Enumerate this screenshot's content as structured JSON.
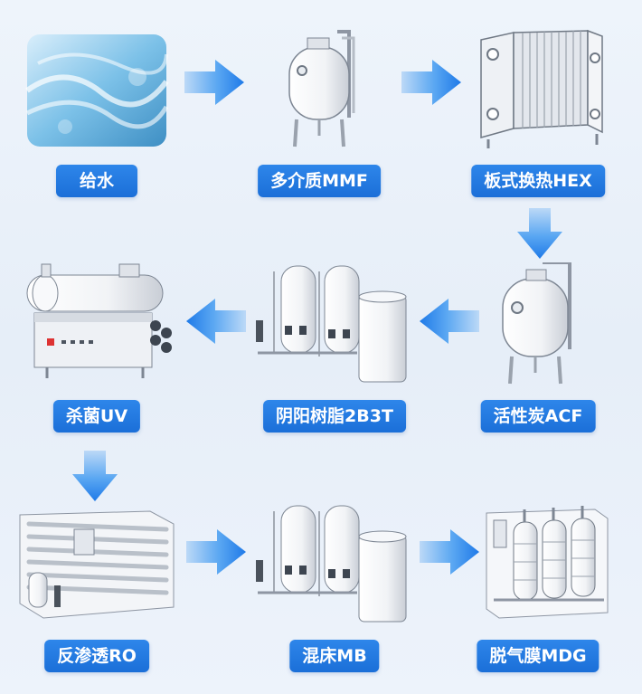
{
  "steps": [
    {
      "label": "给水",
      "icon": "water-icon"
    },
    {
      "label": "多介质MMF",
      "icon": "filter-tank-icon"
    },
    {
      "label": "板式换热HEX",
      "icon": "plate-heat-exchanger-icon"
    },
    {
      "label": "活性炭ACF",
      "icon": "carbon-filter-tank-icon"
    },
    {
      "label": "阴阳树脂2B3T",
      "icon": "resin-tanks-icon"
    },
    {
      "label": "杀菌UV",
      "icon": "uv-sterilizer-icon"
    },
    {
      "label": "反渗透RO",
      "icon": "reverse-osmosis-icon"
    },
    {
      "label": "混床MB",
      "icon": "mixed-bed-tanks-icon"
    },
    {
      "label": "脱气膜MDG",
      "icon": "degassing-membrane-icon"
    }
  ],
  "colors": {
    "accent": "#1b6fd8",
    "arrow": "#2a86ee",
    "background": "#e9f0f9"
  }
}
